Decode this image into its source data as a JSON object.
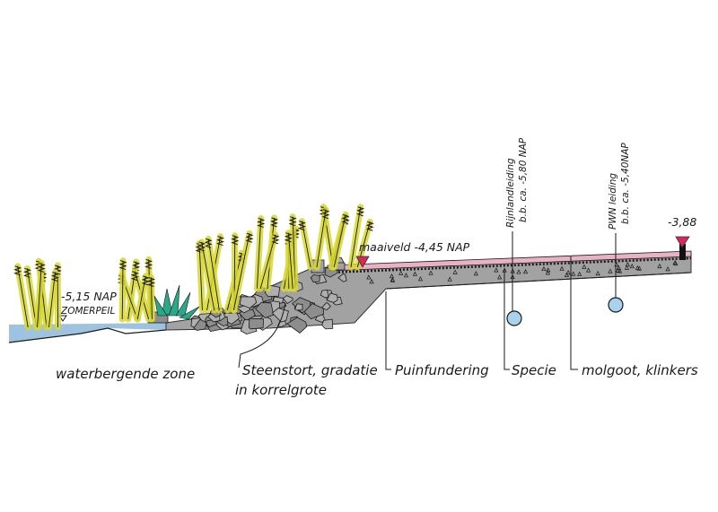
{
  "colors": {
    "water": "#9ec3e0",
    "ground": "#a3a2a2",
    "pavement_top": "#e8b2c2",
    "reed": "#d8d832",
    "plant": "#2aa88a",
    "marker": "#d8285a",
    "pipe": "#a9d3ec",
    "ink": "#1a1a1a"
  },
  "levels": {
    "water_level": "-5,15 NAP",
    "water_level_name": "ZOMERPEIL",
    "ground_level": "maaiveld -4,45 NAP",
    "right_level": "-3,88"
  },
  "pipes": {
    "rijnland_name": "Rijnlandleiding",
    "rijnland_depth": "b.b. ca. -5,80 NAP",
    "pwn_name": "PWN leiding",
    "pwn_depth": "b.b. ca. -5,40NAP"
  },
  "labels": {
    "zone": "waterbergende zone",
    "rock_line1": "Steenstort, gradatie",
    "rock_line2": "in korrelgrote",
    "foundation": "Puinfundering",
    "mortar": "Specie",
    "gutter": "molgoot, klinkers"
  }
}
